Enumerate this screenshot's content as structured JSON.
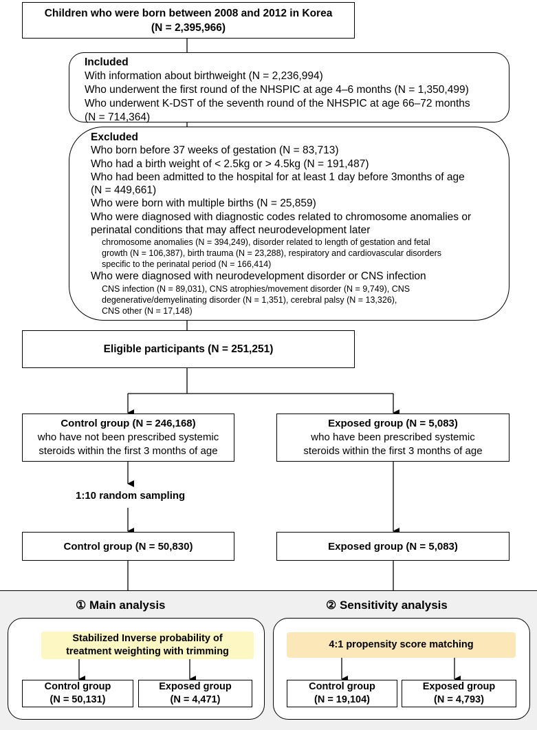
{
  "top": {
    "line1": "Children who were born between 2008 and 2012 in Korea",
    "line2": "(N = 2,395,966)"
  },
  "included": {
    "heading": "Included",
    "lines": [
      "With information about birthweight (N = 2,236,994)",
      "Who underwent the first round of the NHSPIC at age 4–6  months (N = 1,350,499)",
      "Who underwent K-DST of the seventh round of the NHSPIC at age 66–72 months",
      "(N = 714,364)"
    ]
  },
  "excluded": {
    "heading": "Excluded",
    "l1": "Who born before 37 weeks of gestation (N = 83,713)",
    "l2": "Who had a birth weight of < 2.5kg or > 4.5kg (N = 191,487)",
    "l3a": "Who had been admitted to the hospital for at least 1 day before 3months of age",
    "l3b": "(N = 449,661)",
    "l4": "Who were born with multiple births (N = 25,859)",
    "l5a": "Who were diagnosed with diagnostic codes related to chromosome anomalies or",
    "l5b": "perinatal conditions that may affect neurodevelopment later",
    "s5a": "chromosome anomalies (N = 394,249), disorder related to length of gestation and fetal",
    "s5b": "growth (N = 106,387), birth trauma (N = 23,288), respiratory and cardiovascular disorders",
    "s5c": "specific to the perinatal period (N = 166,414)",
    "l6": "Who were diagnosed with neurodevelopment disorder or CNS infection",
    "s6a": "CNS infection (N = 89,031), CNS atrophies/movement disorder (N = 9,749), CNS",
    "s6b": "degenerative/demyelinating disorder (N = 1,351), cerebral palsy (N = 13,326),",
    "s6c": "CNS other (N = 17,148)"
  },
  "eligible": {
    "label": "Eligible participants (N = 251,251)"
  },
  "control_group": {
    "title": "Control group (N = 246,168)",
    "line1": "who have not been prescribed systemic",
    "line2": "steroids within the first 3 months of age"
  },
  "exposed_group": {
    "title": "Exposed group (N = 5,083)",
    "line1": "who have been prescribed systemic",
    "line2": "steroids within the first 3 months of age"
  },
  "sampling": {
    "label": "1:10 random sampling"
  },
  "control_sampled": {
    "label": "Control group (N = 50,830)"
  },
  "exposed_final": {
    "label": "Exposed group (N = 5,083)"
  },
  "main_analysis": {
    "title": "① Main analysis",
    "method_line1": "Stabilized Inverse probability of",
    "method_line2": "treatment weighting with trimming",
    "control_label": "Control group",
    "control_n": "(N = 50,131)",
    "exposed_label": "Exposed group",
    "exposed_n": "(N = 4,471)",
    "highlight_color": "#fdf7c3"
  },
  "sensitivity_analysis": {
    "title": "② Sensitivity analysis",
    "method": "4:1 propensity score matching",
    "control_label": "Control group",
    "control_n": "(N = 19,104)",
    "exposed_label": "Exposed group",
    "exposed_n": "(N = 4,793)",
    "highlight_color": "#fbe7b8"
  },
  "colors": {
    "panel_bg": "#f0f0f0"
  }
}
